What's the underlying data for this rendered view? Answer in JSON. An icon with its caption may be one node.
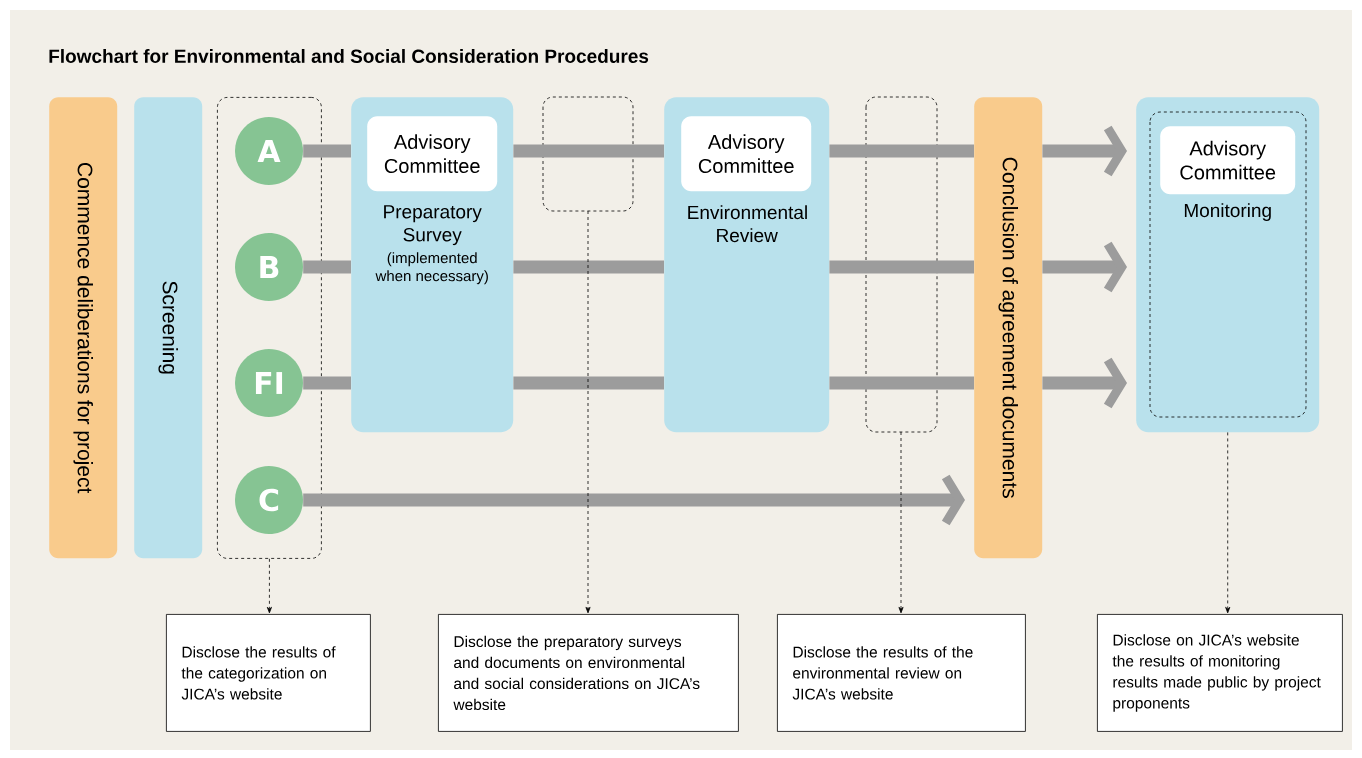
{
  "diagram": {
    "title": "Flowchart for Environmental and Social Consideration Procedures",
    "nodes": [
      {
        "text": [
          "Commence deliberations for project"
        ]
      },
      {
        "text": [
          "Screening"
        ]
      },
      {
        "text": [],
        "shape": "box"
      },
      {
        "text": [
          "A"
        ],
        "in": 2
      },
      {
        "text": [
          "B"
        ],
        "in": 2
      },
      {
        "text": [
          "FI"
        ],
        "in": 2
      },
      {
        "text": [
          "C"
        ],
        "in": 2
      },
      {
        "text": [
          "Preparatory Survey",
          "(implemented when necessary)"
        ]
      },
      {
        "text": [
          "Advisory Committee"
        ],
        "in": 7
      },
      {
        "text": [
          "Environmental Review"
        ]
      },
      {
        "text": [
          "Advisory Committee"
        ],
        "in": 9
      },
      {
        "text": [
          "Conclusion of agreement documents"
        ]
      },
      {
        "text": [
          "Monitoring"
        ]
      },
      {
        "text": [
          "Advisory Committee"
        ],
        "in": 12
      },
      {
        "text": [
          "Disclose the results of the categorization on JICA’s website"
        ]
      },
      {
        "text": [
          "Disclose the preparatory surveys and documents on environmental and social considerations on JICA’s website"
        ]
      },
      {
        "text": [
          "Disclose the results of the environmental review on JICA’s website"
        ]
      },
      {
        "text": [
          "Disclose on JICA’s website the results of monitoring results made public by project proponents"
        ]
      }
    ],
    "edges": [
      {
        "from": 3,
        "to": 7,
        "arrow": "none"
      },
      {
        "from": 7,
        "to": 9,
        "arrow": "none"
      },
      {
        "from": 9,
        "to": 11,
        "arrow": "none"
      },
      {
        "from": 11,
        "to": 12,
        "arrow": "to"
      },
      {
        "from": 4,
        "to": 7,
        "arrow": "none"
      },
      {
        "from": 7,
        "to": 9,
        "arrow": "none"
      },
      {
        "from": 9,
        "to": 11,
        "arrow": "none"
      },
      {
        "from": 11,
        "to": 12,
        "arrow": "to"
      },
      {
        "from": 5,
        "to": 7,
        "arrow": "none"
      },
      {
        "from": 7,
        "to": 9,
        "arrow": "none"
      },
      {
        "from": 9,
        "to": 11,
        "arrow": "none"
      },
      {
        "from": 11,
        "to": 12,
        "arrow": "to"
      },
      {
        "from": 6,
        "to": 11,
        "arrow": "to"
      },
      {
        "from": 2,
        "to": 14,
        "arrow": "to",
        "style": "dashed",
        "color": "#000000"
      },
      {
        "from": null,
        "to": 15,
        "arrow": "to",
        "style": "dashed",
        "color": "#000000"
      },
      {
        "from": null,
        "to": 16,
        "arrow": "to",
        "style": "dashed",
        "color": "#000000"
      },
      {
        "from": 12,
        "to": 17,
        "arrow": "to",
        "style": "dashed",
        "color": "#000000"
      }
    ]
  }
}
